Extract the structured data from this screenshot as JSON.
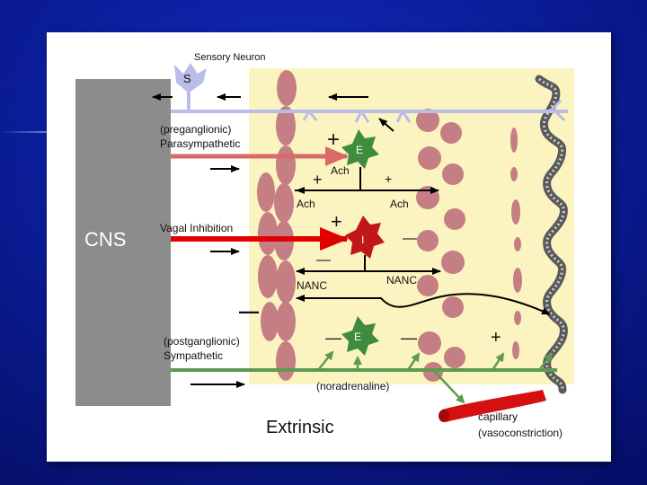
{
  "diagram": {
    "sensory_neuron": "Sensory Neuron",
    "sensory_symbol": "S",
    "cns": "CNS",
    "preganglionic": "(preganglionic)",
    "parasympathetic": "Parasympathetic",
    "vagal_inhibition": "Vagal Inhibition",
    "postganglionic": "(postganglionic)",
    "sympathetic": "Sympathetic",
    "noradrenaline": "(noradrenaline)",
    "capillary": "capillary",
    "vasoconstriction": "(vasoconstriction)",
    "extrinsic": "Extrinsic",
    "ach": "Ach",
    "nanc": "NANC",
    "excitatory_symbol": "E",
    "inhibitory_symbol": "I",
    "plus": "+",
    "minus": "—",
    "colors": {
      "background": "#0d22a8",
      "intestine_region": "#fbf4c0",
      "cns_block": "#8c8c8c",
      "sensory_nerve": "#b9bde8",
      "parasympathetic_arrow": "#d96a6a",
      "vagal_arrow": "#e00000",
      "sympathetic_nerve": "#5f9a55",
      "excitatory_neuron": "#3f8c3f",
      "inhibitory_neuron": "#c01818",
      "muscle_cells": "#c47e84",
      "capillary": "#d41010"
    }
  }
}
